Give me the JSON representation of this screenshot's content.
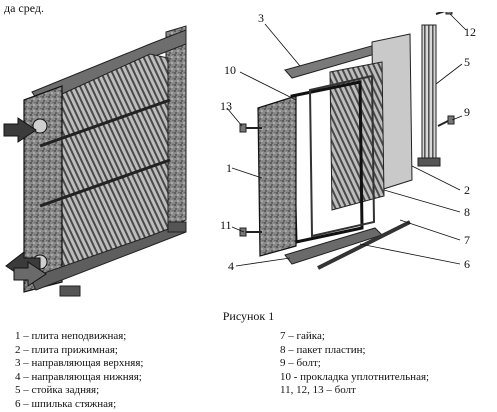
{
  "document": {
    "top_fragment": "да сред.",
    "figure_caption": "Рисунок 1",
    "callouts": [
      "1",
      "2",
      "3",
      "4",
      "5",
      "6",
      "7",
      "8",
      "9",
      "10",
      "11",
      "12",
      "13"
    ],
    "legend_left": [
      "1 – плита неподвижная;",
      "2 – плита прижимная;",
      "3 – направляющая верхняя;",
      "4 – направляющая нижняя;",
      "5 – стойка задняя;",
      "6 – шпилька стяжная;"
    ],
    "legend_right": [
      "7 – гайка;",
      "8 – пакет пластин;",
      "9 – болт;",
      "10 - прокладка уплотнительная;",
      "11, 12, 13 – болт"
    ]
  }
}
